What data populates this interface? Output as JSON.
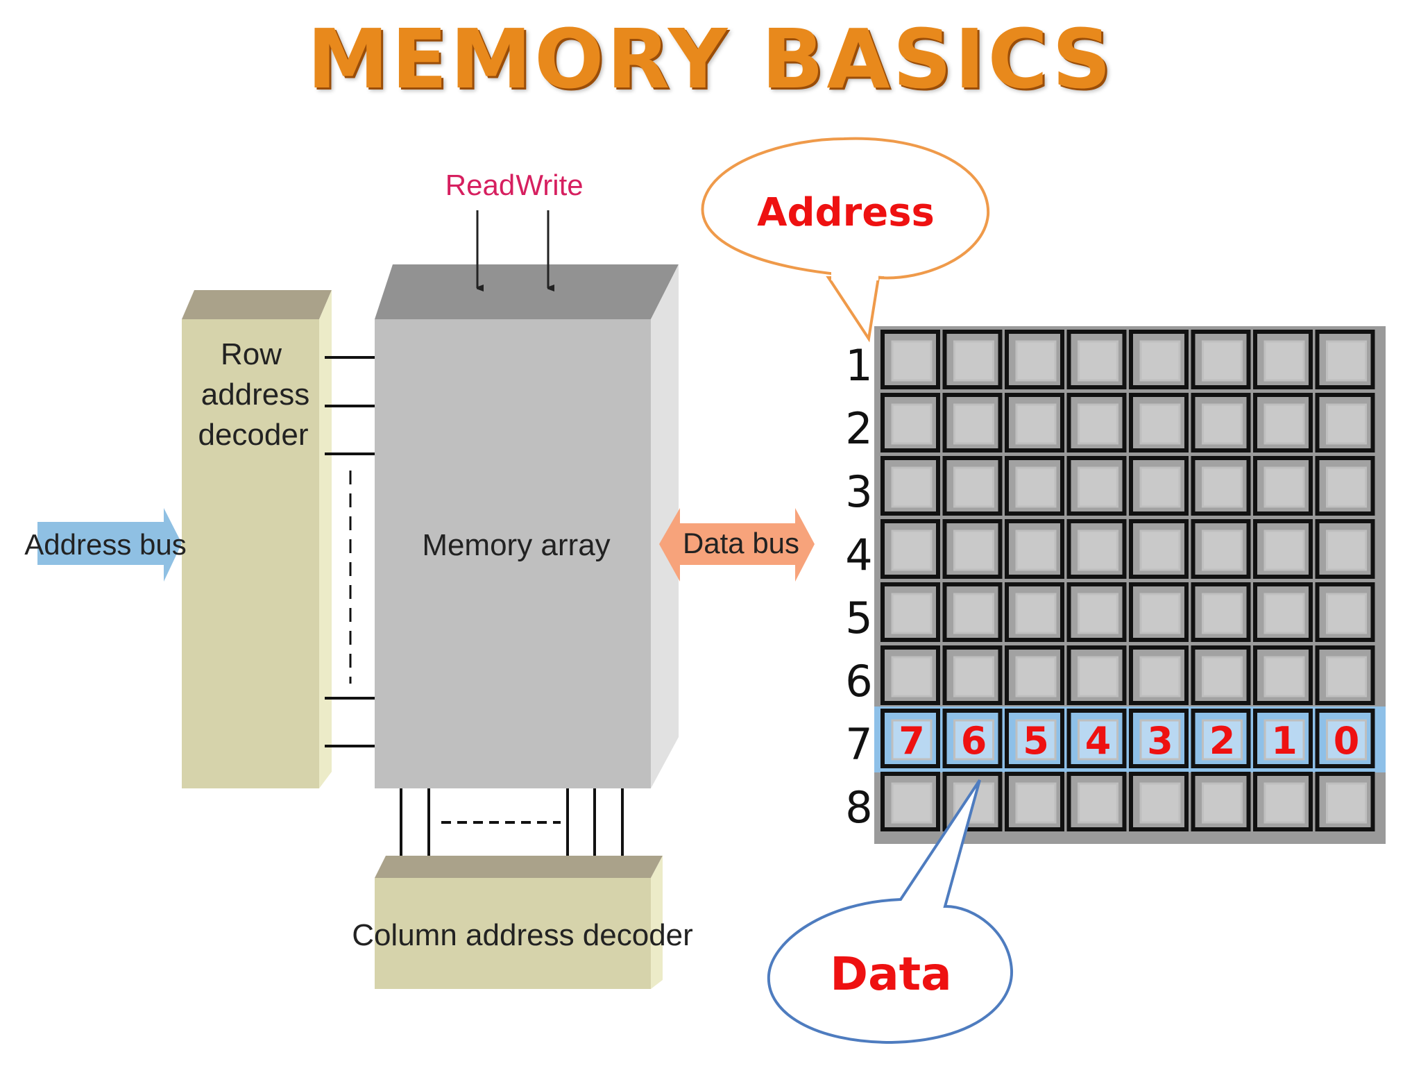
{
  "title": "MEMORY BASICS",
  "colors": {
    "title": "#e8891c",
    "decoder_fill": "#d6d3ab",
    "array_fill": "#bfbfbf",
    "address_arrow": "#8fc0e3",
    "data_arrow": "#f7a37b",
    "signal_text": "#d61f5f",
    "callout_label": "#ee1111",
    "address_callout_border": "#ef9a4a",
    "data_callout_border": "#4e7cbf",
    "highlight_row": "#8ec0e8"
  },
  "left_diagram": {
    "row_decoder_label": [
      "Row",
      "address",
      "decoder"
    ],
    "address_bus_label": "Address bus",
    "memory_array_label": "Memory array",
    "data_bus_label": "Data bus",
    "read_label": "Read",
    "write_label": "Write",
    "column_decoder_label": "Column address decoder"
  },
  "right_diagram": {
    "address_callout": "Address",
    "data_callout": "Data",
    "row_numbers": [
      "1",
      "2",
      "3",
      "4",
      "5",
      "6",
      "7",
      "8"
    ],
    "columns": 8,
    "highlighted_row": 7,
    "bit_labels": [
      "7",
      "6",
      "5",
      "4",
      "3",
      "2",
      "1",
      "0"
    ]
  }
}
